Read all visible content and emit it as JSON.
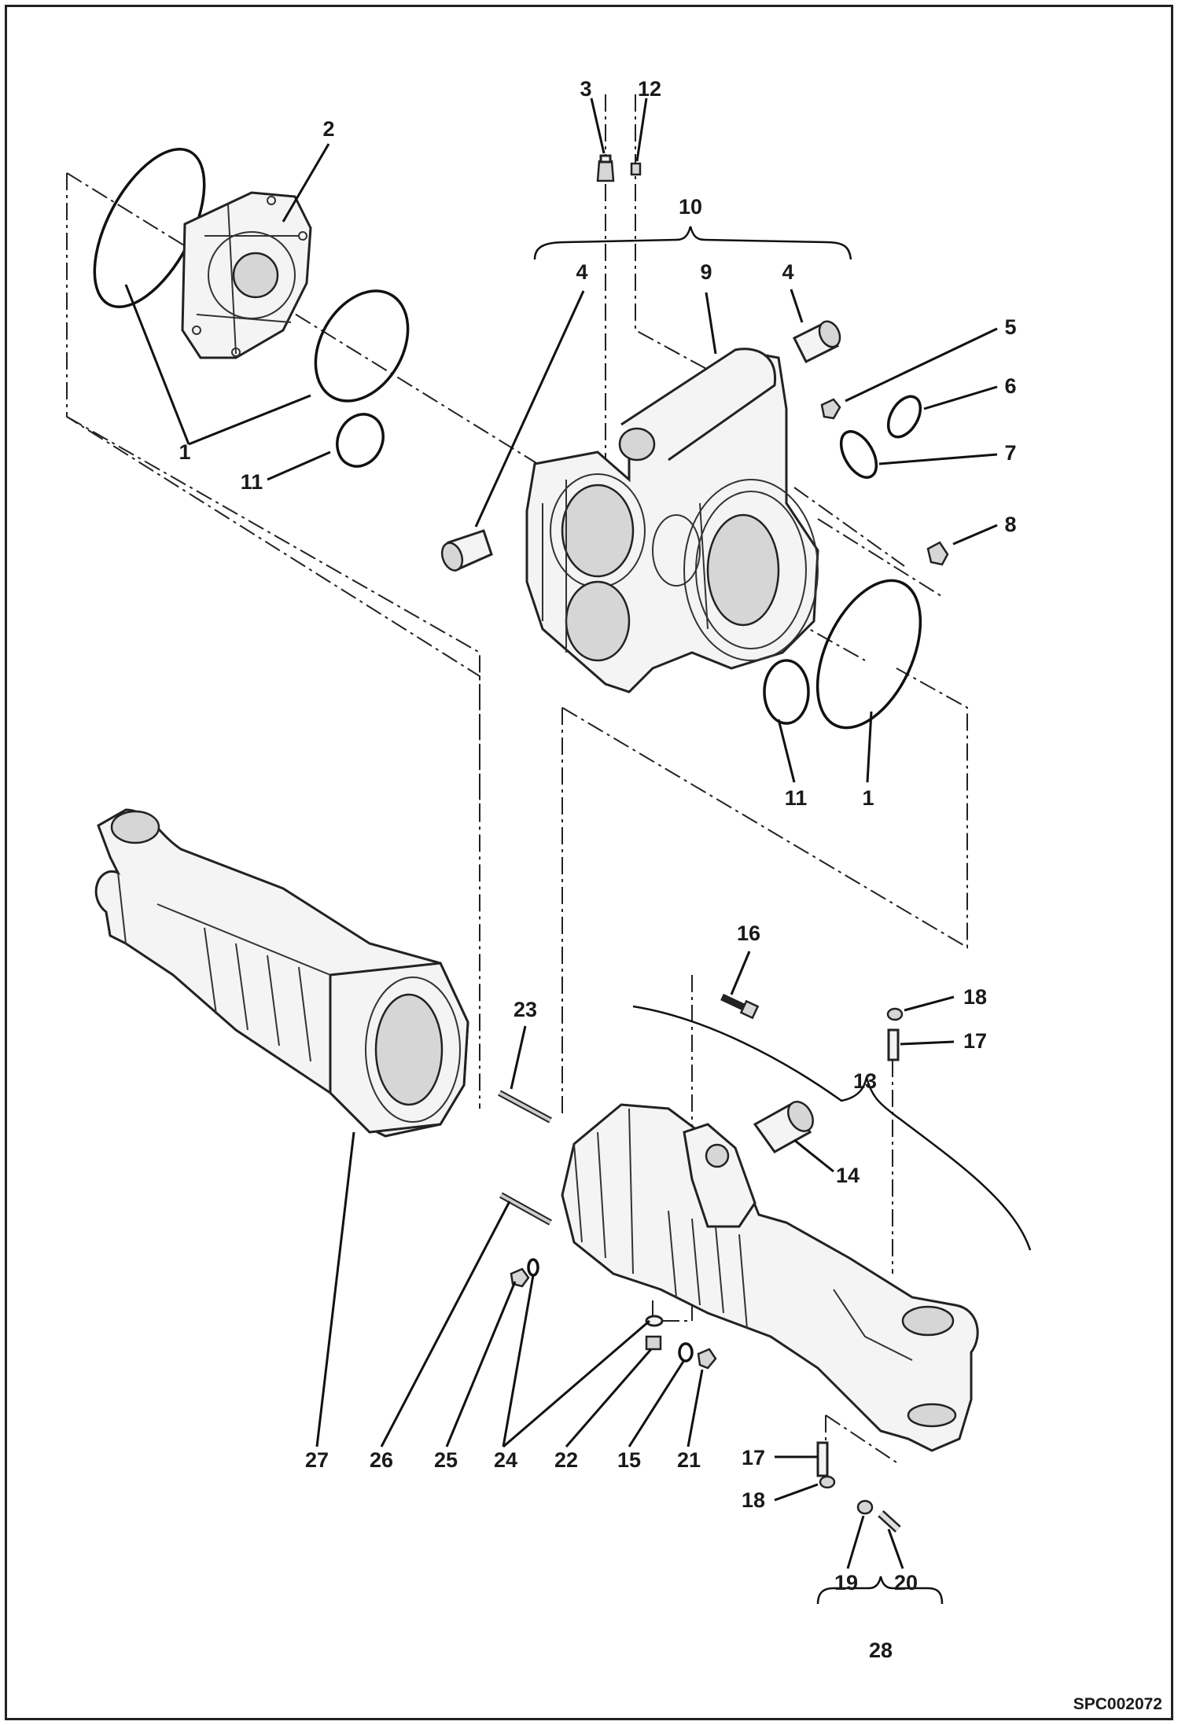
{
  "diagram": {
    "reference_code": "SPC002072",
    "callouts": {
      "c1_top": "1",
      "c2": "2",
      "c3": "3",
      "c12": "12",
      "c10": "10",
      "c4_left": "4",
      "c9": "9",
      "c4_right": "4",
      "c5": "5",
      "c6": "6",
      "c7": "7",
      "c8": "8",
      "c11_top": "11",
      "c11_mid": "11",
      "c1_mid": "1",
      "c16": "16",
      "c18_top": "18",
      "c17_top": "17",
      "c13": "13",
      "c23": "23",
      "c14": "14",
      "c27": "27",
      "c26": "26",
      "c25": "25",
      "c24": "24",
      "c22": "22",
      "c15": "15",
      "c21": "21",
      "c17_bot": "17",
      "c18_bot": "18",
      "c19": "19",
      "c20": "20",
      "c28": "28"
    }
  }
}
